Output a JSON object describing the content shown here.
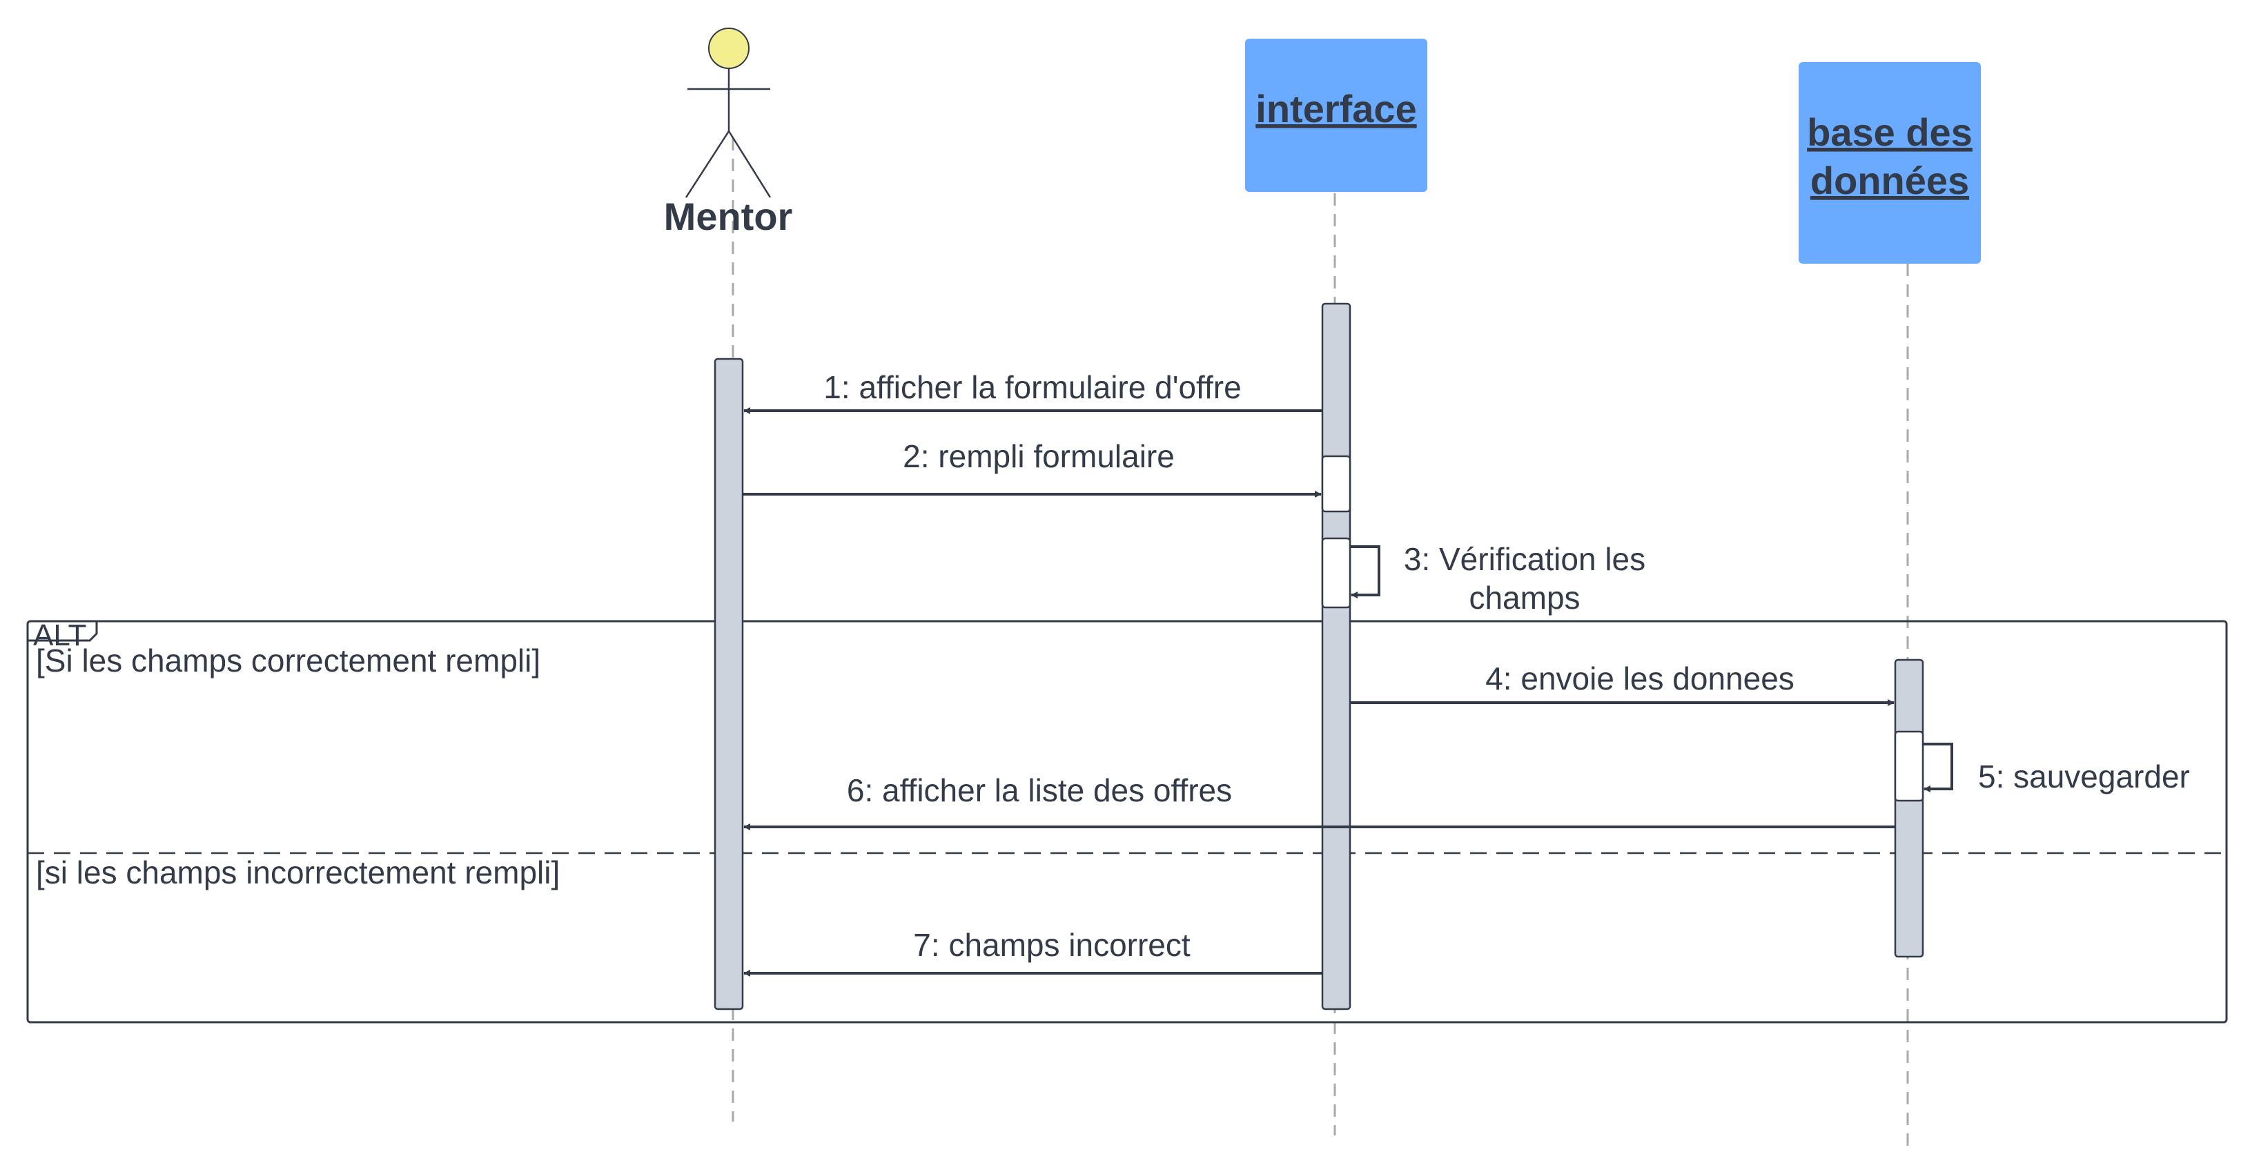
{
  "participants": {
    "actor": {
      "name": "Mentor"
    },
    "interface": {
      "name": "interface"
    },
    "database": {
      "line1": "base des",
      "line2": "données"
    }
  },
  "messages": {
    "m1": "1: afficher la formulaire d'offre",
    "m2": "2: rempli formulaire",
    "m3_line1": "3: Vérification les",
    "m3_line2": "champs",
    "m4": "4: envoie les donnees",
    "m5": "5: sauvegarder",
    "m6": "6: afficher la liste des offres",
    "m7": "7: champs incorrect"
  },
  "fragment": {
    "operator": "ALT",
    "guard1": "[Si les champs correctement rempli]",
    "guard2": "[si les champs incorrectement rempli]"
  },
  "colors": {
    "participant_box": "#6aabff",
    "actor_head": "#f3ef8f",
    "activation_bar": "#ccd3dc",
    "line": "#333a48"
  }
}
